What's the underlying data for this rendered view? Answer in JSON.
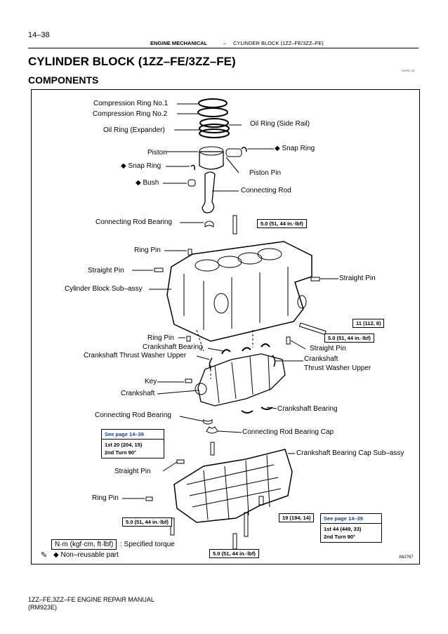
{
  "header": {
    "page_number": "14–38",
    "section": "ENGINE MECHANICAL",
    "separator": "–",
    "subsection": "CYLINDER BLOCK (1ZZ–FE/3ZZ–FE)"
  },
  "title": "CYLINDER BLOCK (1ZZ–FE/3ZZ–FE)",
  "subtitle": "COMPONENTS",
  "figure_code_top": "140FE–01",
  "figure_code": "A62767",
  "labels": {
    "compression_ring_1": "Compression Ring No.1",
    "compression_ring_2": "Compression Ring No.2",
    "oil_ring_expander": "Oil Ring (Expander)",
    "oil_ring_side_rail": "Oil Ring (Side Rail)",
    "snap_ring_right": "Snap Ring",
    "piston": "Piston",
    "snap_ring_left": "Snap Ring",
    "piston_pin": "Piston Pin",
    "bush": "Bush",
    "connecting_rod": "Connecting Rod",
    "connecting_rod_bearing_top": "Connecting Rod Bearing",
    "ring_pin_top": "Ring Pin",
    "straight_pin_left": "Straight Pin",
    "straight_pin_right": "Straight Pin",
    "cylinder_block": "Cylinder Block Sub–assy",
    "ring_pin_mid": "Ring Pin",
    "crankshaft_bearing_top": "Crankshaft Bearing",
    "crankshaft_thrust_washer_left": "Crankshaft Thrust Washer Upper",
    "straight_pin_mid": "Straight Pin",
    "crankshaft_thrust_washer_right_1": "Crankshaft",
    "crankshaft_thrust_washer_right_2": "Thrust Washer Upper",
    "key": "Key",
    "crankshaft": "Crankshaft",
    "crankshaft_bearing_bottom": "Crankshaft Bearing",
    "connecting_rod_bearing_bottom": "Connecting Rod Bearing",
    "connecting_rod_bearing_cap": "Connecting Rod Bearing Cap",
    "crankshaft_bearing_cap": "Crankshaft Bearing Cap Sub–assy",
    "straight_pin_bottom": "Straight Pin",
    "ring_pin_bottom": "Ring Pin"
  },
  "torques": {
    "t1": "5.0 (51, 44 in.·lbf)",
    "t2": "11 (112, 8)",
    "t3": "5.0 (51, 44 in.·lbf)",
    "t4": "5.0 (51, 44 in.·lbf)",
    "t5": "19 (194, 14)",
    "t6": "5.0 (51, 44 in.·lbf)"
  },
  "refs": {
    "conrod_cap": {
      "head": "See page 14–39",
      "line1": "1st 20 (204, 15)",
      "line2": "2nd Turn 90°"
    },
    "main_cap": {
      "head": "See page 14–39",
      "line1": "1st 44 (449, 33)",
      "line2": "2nd Turn 90°"
    }
  },
  "legend": {
    "torque_unit": "N·m (kgf·cm, ft·lbf)",
    "torque_desc": ": Specified torque",
    "diamond": "◆",
    "nonreusable": "Non–reusable part"
  },
  "footer": {
    "line1": "1ZZ–FE,3ZZ–FE ENGINE REPAIR MANUAL",
    "line2": "(RM923E)"
  }
}
